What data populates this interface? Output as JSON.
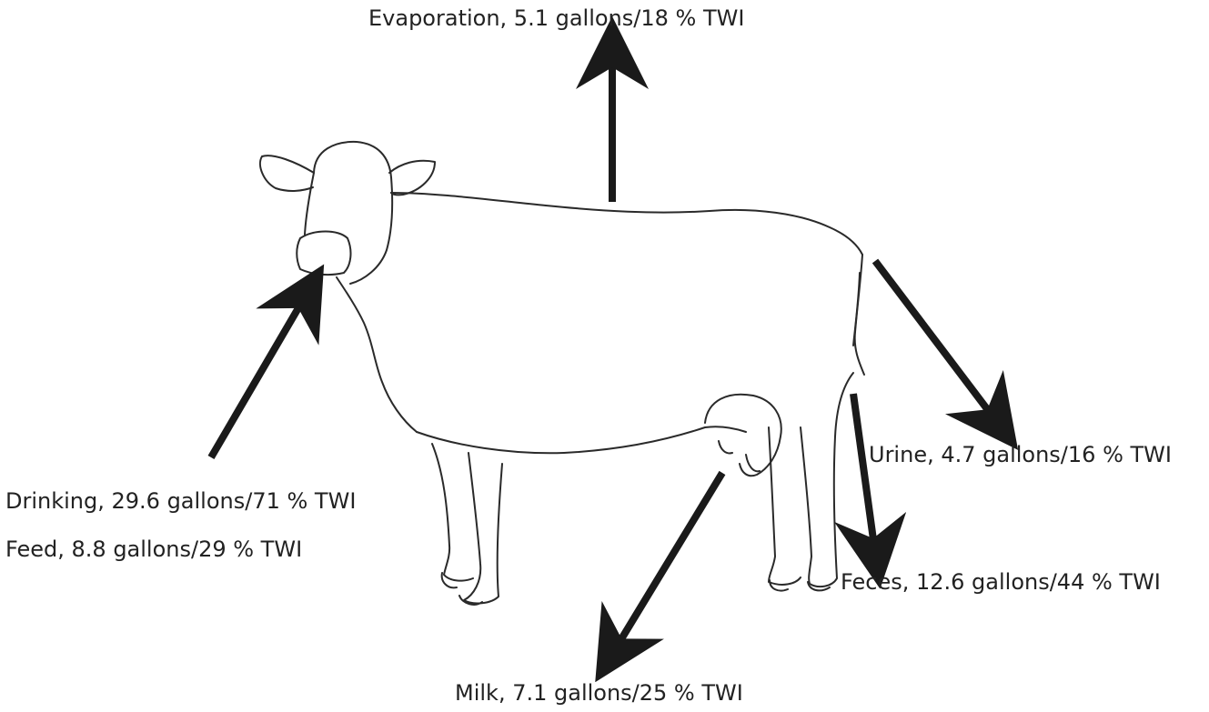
{
  "flows": {
    "evaporation": "Evaporation, 5.1 gallons/18 % TWI",
    "drinking": "Drinking, 29.6 gallons/71 % TWI",
    "feed": "Feed, 8.8 gallons/29 % TWI",
    "urine": "Urine, 4.7 gallons/16 % TWI",
    "feces": "Feces, 12.6 gallons/44 % TWI",
    "milk": "Milk, 7.1 gallons/25 % TWI"
  },
  "colors": {
    "arrow": "#1a1a1a",
    "sketch": "#2a2a2a",
    "text": "#222222"
  }
}
